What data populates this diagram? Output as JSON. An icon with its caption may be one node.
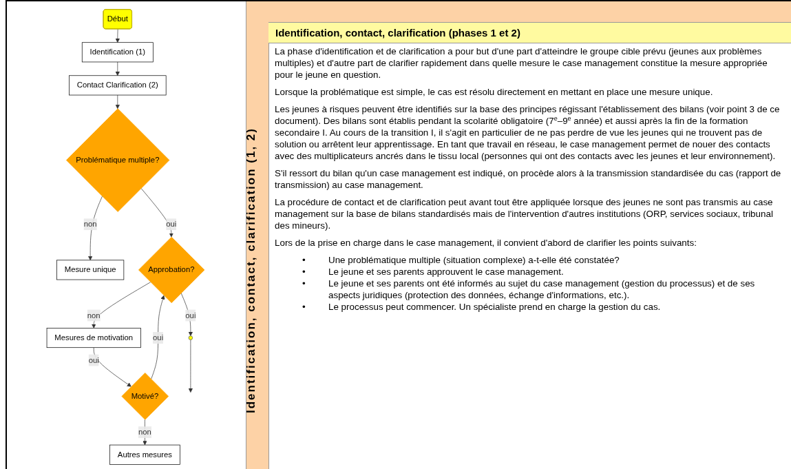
{
  "diagram": {
    "title": "Identification, contact, clarification (phases 1 et 2)",
    "nodes": [
      {
        "text": [
          "Début"
        ]
      },
      {
        "text": [
          "Identification (1)"
        ]
      },
      {
        "text": [
          "Mesure unique"
        ]
      },
      {
        "text": [
          "Contact Clarification (2)"
        ]
      },
      {
        "text": [
          "Autres mesures"
        ]
      },
      {
        "text": [
          "Problématique multiple?"
        ]
      },
      {
        "text": [
          "Motivé?"
        ]
      },
      {
        "text": [
          "Approbation?"
        ]
      },
      {
        "text": [
          "Mesures de motivation"
        ]
      },
      {
        "text": [],
        "shape": "circle"
      }
    ],
    "edges": [
      {
        "from": 0,
        "to": 1,
        "arrow": "to"
      },
      {
        "from": 1,
        "to": 3,
        "arrow": "to"
      },
      {
        "from": 3,
        "to": 5,
        "arrow": "to"
      },
      {
        "from": 5,
        "to": 2,
        "arrow": "to",
        "label": "non"
      },
      {
        "from": 5,
        "to": 7,
        "arrow": "to",
        "label": "oui"
      },
      {
        "from": 6,
        "to": 4,
        "arrow": "to",
        "label": "non"
      },
      {
        "from": 6,
        "to": 7,
        "arrow": "to",
        "label": "oui"
      },
      {
        "from": 8,
        "to": 6,
        "arrow": "to",
        "label": "oui"
      },
      {
        "from": 7,
        "to": 8,
        "arrow": "to",
        "label": "non"
      },
      {
        "from": 7,
        "to": 9,
        "arrow": "to",
        "label": "oui"
      },
      {
        "from": 9,
        "to": null,
        "arrow": "to"
      }
    ],
    "labels": [
      "Identification, contact, clarification (1, 2)",
      "La phase d'identification et de clarification a pour but d'une part d'atteindre le groupe cible prévu (jeunes aux problèmes multiples) et d'autre part de clarifier rapidement dans quelle mesure le case management constitue la mesure appropriée pour le jeune en question.",
      "Lorsque la problématique est simple, le cas est résolu directement en mettant en place une mesure unique.",
      "Les jeunes à risques peuvent être identifiés sur la base des principes régissant l'établissement des bilans (voir point 3 de ce document). Des bilans sont établis pendant la scolarité obligatoire (7$^{e}$–9$^{e}$ année) et aussi après la fin de la formation secondaire I. Au cours de la transition I, il s'agit en particulier de ne pas perdre de vue les jeunes qui ne trouvent pas de solution ou arrêtent leur apprentissage. En tant que travail en réseau, le case management permet de nouer des contacts avec des multiplicateurs ancrés dans le tissu local (personnes qui ont des contacts avec les jeunes et leur environnement).",
      "S'il ressort du bilan qu'un case management est indiqué, on procède alors à la transmission standardisée du cas (rapport de transmission) au case management.",
      "La procédure de contact et de clarification peut avant tout être appliquée lorsque des jeunes ne sont pas transmis au case management sur la base de bilans standardisés mais de l'intervention d'autres institutions (ORP, services sociaux, tribunal des mineurs).",
      "Lors de la prise en charge dans le case management, il convient d'abord de clarifier les points suivants:",
      "•",
      "Une problématique multiple (situation complexe) a-t-elle été constatée?",
      "•",
      "Le jeune et ses parents approuvent le case management.",
      "•",
      "Le jeune et ses parents ont été informés au sujet du case management (gestion du processus) et de ses aspects juridiques (protection des données, échange d'informations, etc.).",
      "•",
      "Le processus peut commencer. Un spécialiste prend en charge la gestion du cas."
    ]
  }
}
